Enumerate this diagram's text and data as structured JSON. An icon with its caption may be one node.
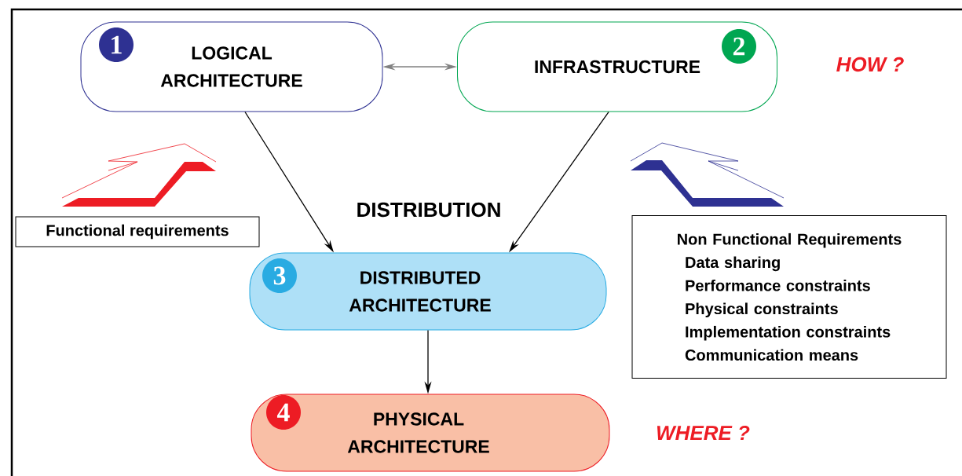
{
  "diagram": {
    "nodes": [
      {
        "text": [
          "1",
          "LOGICAL ARCHITECTURE"
        ]
      },
      {
        "text": [
          "2",
          "INFRASTRUCTURE"
        ]
      },
      {
        "text": [
          "3",
          "DISTRIBUTED ARCHITECTURE"
        ]
      },
      {
        "text": [
          "4",
          "PHYSICAL ARCHITECTURE"
        ]
      },
      {
        "text": [
          "Functional requirements"
        ]
      },
      {
        "text": [
          "Non Functional Requirements",
          "Data sharing",
          "Performance constraints",
          "Physical constraints",
          "Implementation constraints",
          "Communication means"
        ]
      }
    ],
    "edges": [
      {
        "from": 0,
        "to": 1,
        "arrow": "both",
        "color": "#808080"
      },
      {
        "from": 0,
        "to": 2,
        "arrow": "to"
      },
      {
        "from": 1,
        "to": 2,
        "arrow": "to"
      },
      {
        "from": 2,
        "to": 3,
        "arrow": "to"
      }
    ],
    "labels": [
      "DISTRIBUTION",
      "HOW ?",
      "WHERE ?"
    ]
  }
}
